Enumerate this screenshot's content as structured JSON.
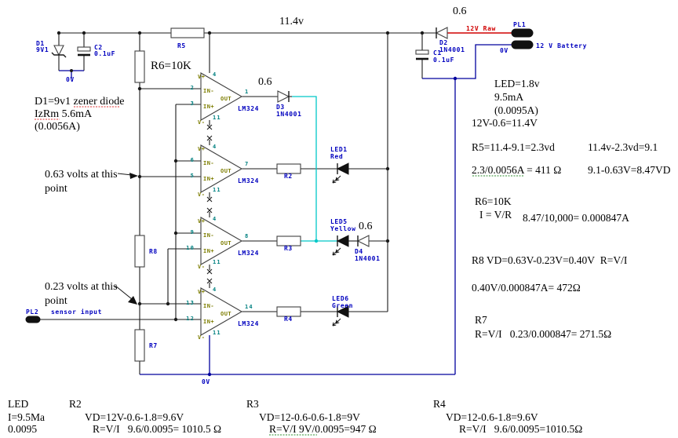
{
  "schematic": {
    "power": {
      "rail_voltage": "11.4v",
      "d2_drop": "0.6",
      "d2_ref": "D2",
      "d2_part": "1N4001",
      "c1_ref": "C1",
      "c1_val": "0.1uF",
      "pl1": "PL1",
      "net_12v": "12V Raw",
      "battery": "12 V Battery",
      "battery_0v": "0V"
    },
    "zener": {
      "d1_ref": "D1",
      "d1_val": "9V1",
      "c2_ref": "C2",
      "c2_val": "0.1uF",
      "gnd": "0V"
    },
    "resistors": {
      "r5": "R5",
      "r8": "R8",
      "r7": "R7",
      "r2": "R2",
      "r3": "R3",
      "r4": "R4"
    },
    "rows": {
      "d3_drop": "0.6",
      "d3_ref": "D3",
      "d3_part": "1N4001",
      "led1_ref": "LED1",
      "led1_color": "Red",
      "led5_ref": "LED5",
      "led5_color": "Yellow",
      "d4_drop": "0.6",
      "d4_ref": "D4",
      "d4_part": "1N4001",
      "led6_ref": "LED6",
      "led6_color": "Green"
    },
    "sensor": {
      "pl2": "PL2",
      "label": "sensor input"
    },
    "gnd_bottom": "0V"
  },
  "opamps": [
    {
      "name": "LM324",
      "pin_inm": "2",
      "pin_inp": "3",
      "pin_out": "1",
      "pin_vp": "4",
      "pin_vm": "11",
      "lbl_inm": "IN-",
      "lbl_inp": "IN+",
      "lbl_out": "OUT",
      "lbl_vp": "V+",
      "lbl_vm": "V-"
    },
    {
      "name": "LM324",
      "pin_inm": "6",
      "pin_inp": "5",
      "pin_out": "7",
      "pin_vp": "4",
      "pin_vm": "11",
      "lbl_inm": "IN-",
      "lbl_inp": "IN+",
      "lbl_out": "OUT",
      "lbl_vp": "V+",
      "lbl_vm": "V-"
    },
    {
      "name": "LM324",
      "pin_inm": "9",
      "pin_inp": "10",
      "pin_out": "8",
      "pin_vp": "4",
      "pin_vm": "11",
      "lbl_inm": "IN-",
      "lbl_inp": "IN+",
      "lbl_out": "OUT",
      "lbl_vp": "V+",
      "lbl_vm": "V-"
    },
    {
      "name": "LM324",
      "pin_inm": "13",
      "pin_inp": "12",
      "pin_out": "14",
      "pin_vp": "4",
      "pin_vm": "11",
      "lbl_inm": "IN-",
      "lbl_inp": "IN+",
      "lbl_out": "OUT",
      "lbl_vp": "V+",
      "lbl_vm": "V-"
    }
  ],
  "notes": {
    "d1_1": "D1=9v1 zener diode",
    "d1_2": "IzRm 5.6mA",
    "d1_3": "(0.0056A)",
    "r6_big": "R6=10K",
    "v063_1": "0.63 volts at this",
    "v063_2": "point",
    "v023_1": "0.23 volts at this",
    "v023_2": "point",
    "led_1": "LED=1.8v",
    "led_2": "9.5mA",
    "led_3": "(0.0095A)",
    "supply": "12V-0.6=11.4V",
    "r5a": "R5=11.4-9.1=2.3vd",
    "r5b": "11.4v-2.3vd=9.1",
    "r5c": "2.3/0.0056A = 411 Ω",
    "r5d": "9.1-0.63V=8.47VD",
    "r6a": "R6=10K",
    "r6b": "I = V/R",
    "r6c": "8.47/10,000= 0.000847A",
    "r8a": "R8 VD=0.63V-0.23V=0.40V  R=V/I",
    "r8b": "0.40V/0.000847A= 472Ω",
    "r7a": "R7",
    "r7b": "R=V/I   0.23/0.000847= 271.5Ω",
    "col_led": [
      "LED",
      "I=9.5Ma",
      "0.0095"
    ],
    "col_r2": [
      "R2",
      "VD=12V-0.6-1.8=9.6V",
      "R=V/I   9.6/0.0095= 1010.5 Ω"
    ],
    "col_r3": [
      "R3",
      "VD=12-0.6-0.6-1.8=9V",
      "R=V/I 9V/0.0095=947 Ω"
    ],
    "col_r4": [
      "R4",
      "VD=12-0.6-1.8=9.6V",
      "R=V/I   9.6/0.0095=1010.5Ω"
    ]
  },
  "colors": {
    "wire": "#1a1a1a",
    "label_blue": "#0000bf",
    "net_cyan": "#00c8c8",
    "ground_blue": "#00009e",
    "raw_red": "#d00000",
    "pin_teal": "#008080",
    "pin_olive": "#7d7d00"
  }
}
